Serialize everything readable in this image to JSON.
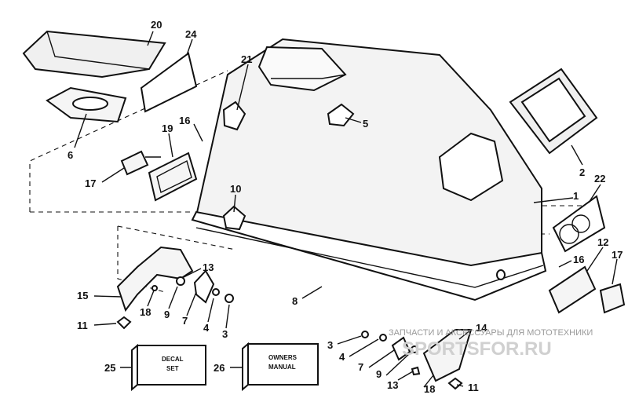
{
  "diagram": {
    "callouts": {
      "c20": "20",
      "c24": "24",
      "c21": "21",
      "c5": "5",
      "c6": "6",
      "c16a": "16",
      "c19": "19",
      "c17a": "17",
      "c10": "10",
      "c2": "2",
      "c1": "1",
      "c22": "22",
      "c16b": "16",
      "c12": "12",
      "c17b": "17",
      "c13": "13",
      "c15": "15",
      "c18a": "18",
      "c9a": "9",
      "c7a": "7",
      "c4a": "4",
      "c3a": "3",
      "c11a": "11",
      "c8": "8",
      "c14": "14",
      "c3b": "3",
      "c4b": "4",
      "c7b": "7",
      "c9b": "9",
      "c13b": "13",
      "c18b": "18",
      "c11b": "11",
      "c25": "25",
      "c26": "26"
    },
    "decal_box": {
      "line1": "DECAL",
      "line2": "SET"
    },
    "manual_box": {
      "line1": "OWNERS",
      "line2": "MANUAL"
    }
  },
  "watermark": {
    "line1": "ЗАПЧАСТИ И АКСЕССУАРЫ ДЛЯ МОТОТЕХНИКИ",
    "line2": "SPORTSFOR.RU"
  },
  "colors": {
    "ink": "#111111",
    "paper": "#ffffff",
    "cowl": "#f2f2f2",
    "watermark": "#c8c8c8"
  }
}
